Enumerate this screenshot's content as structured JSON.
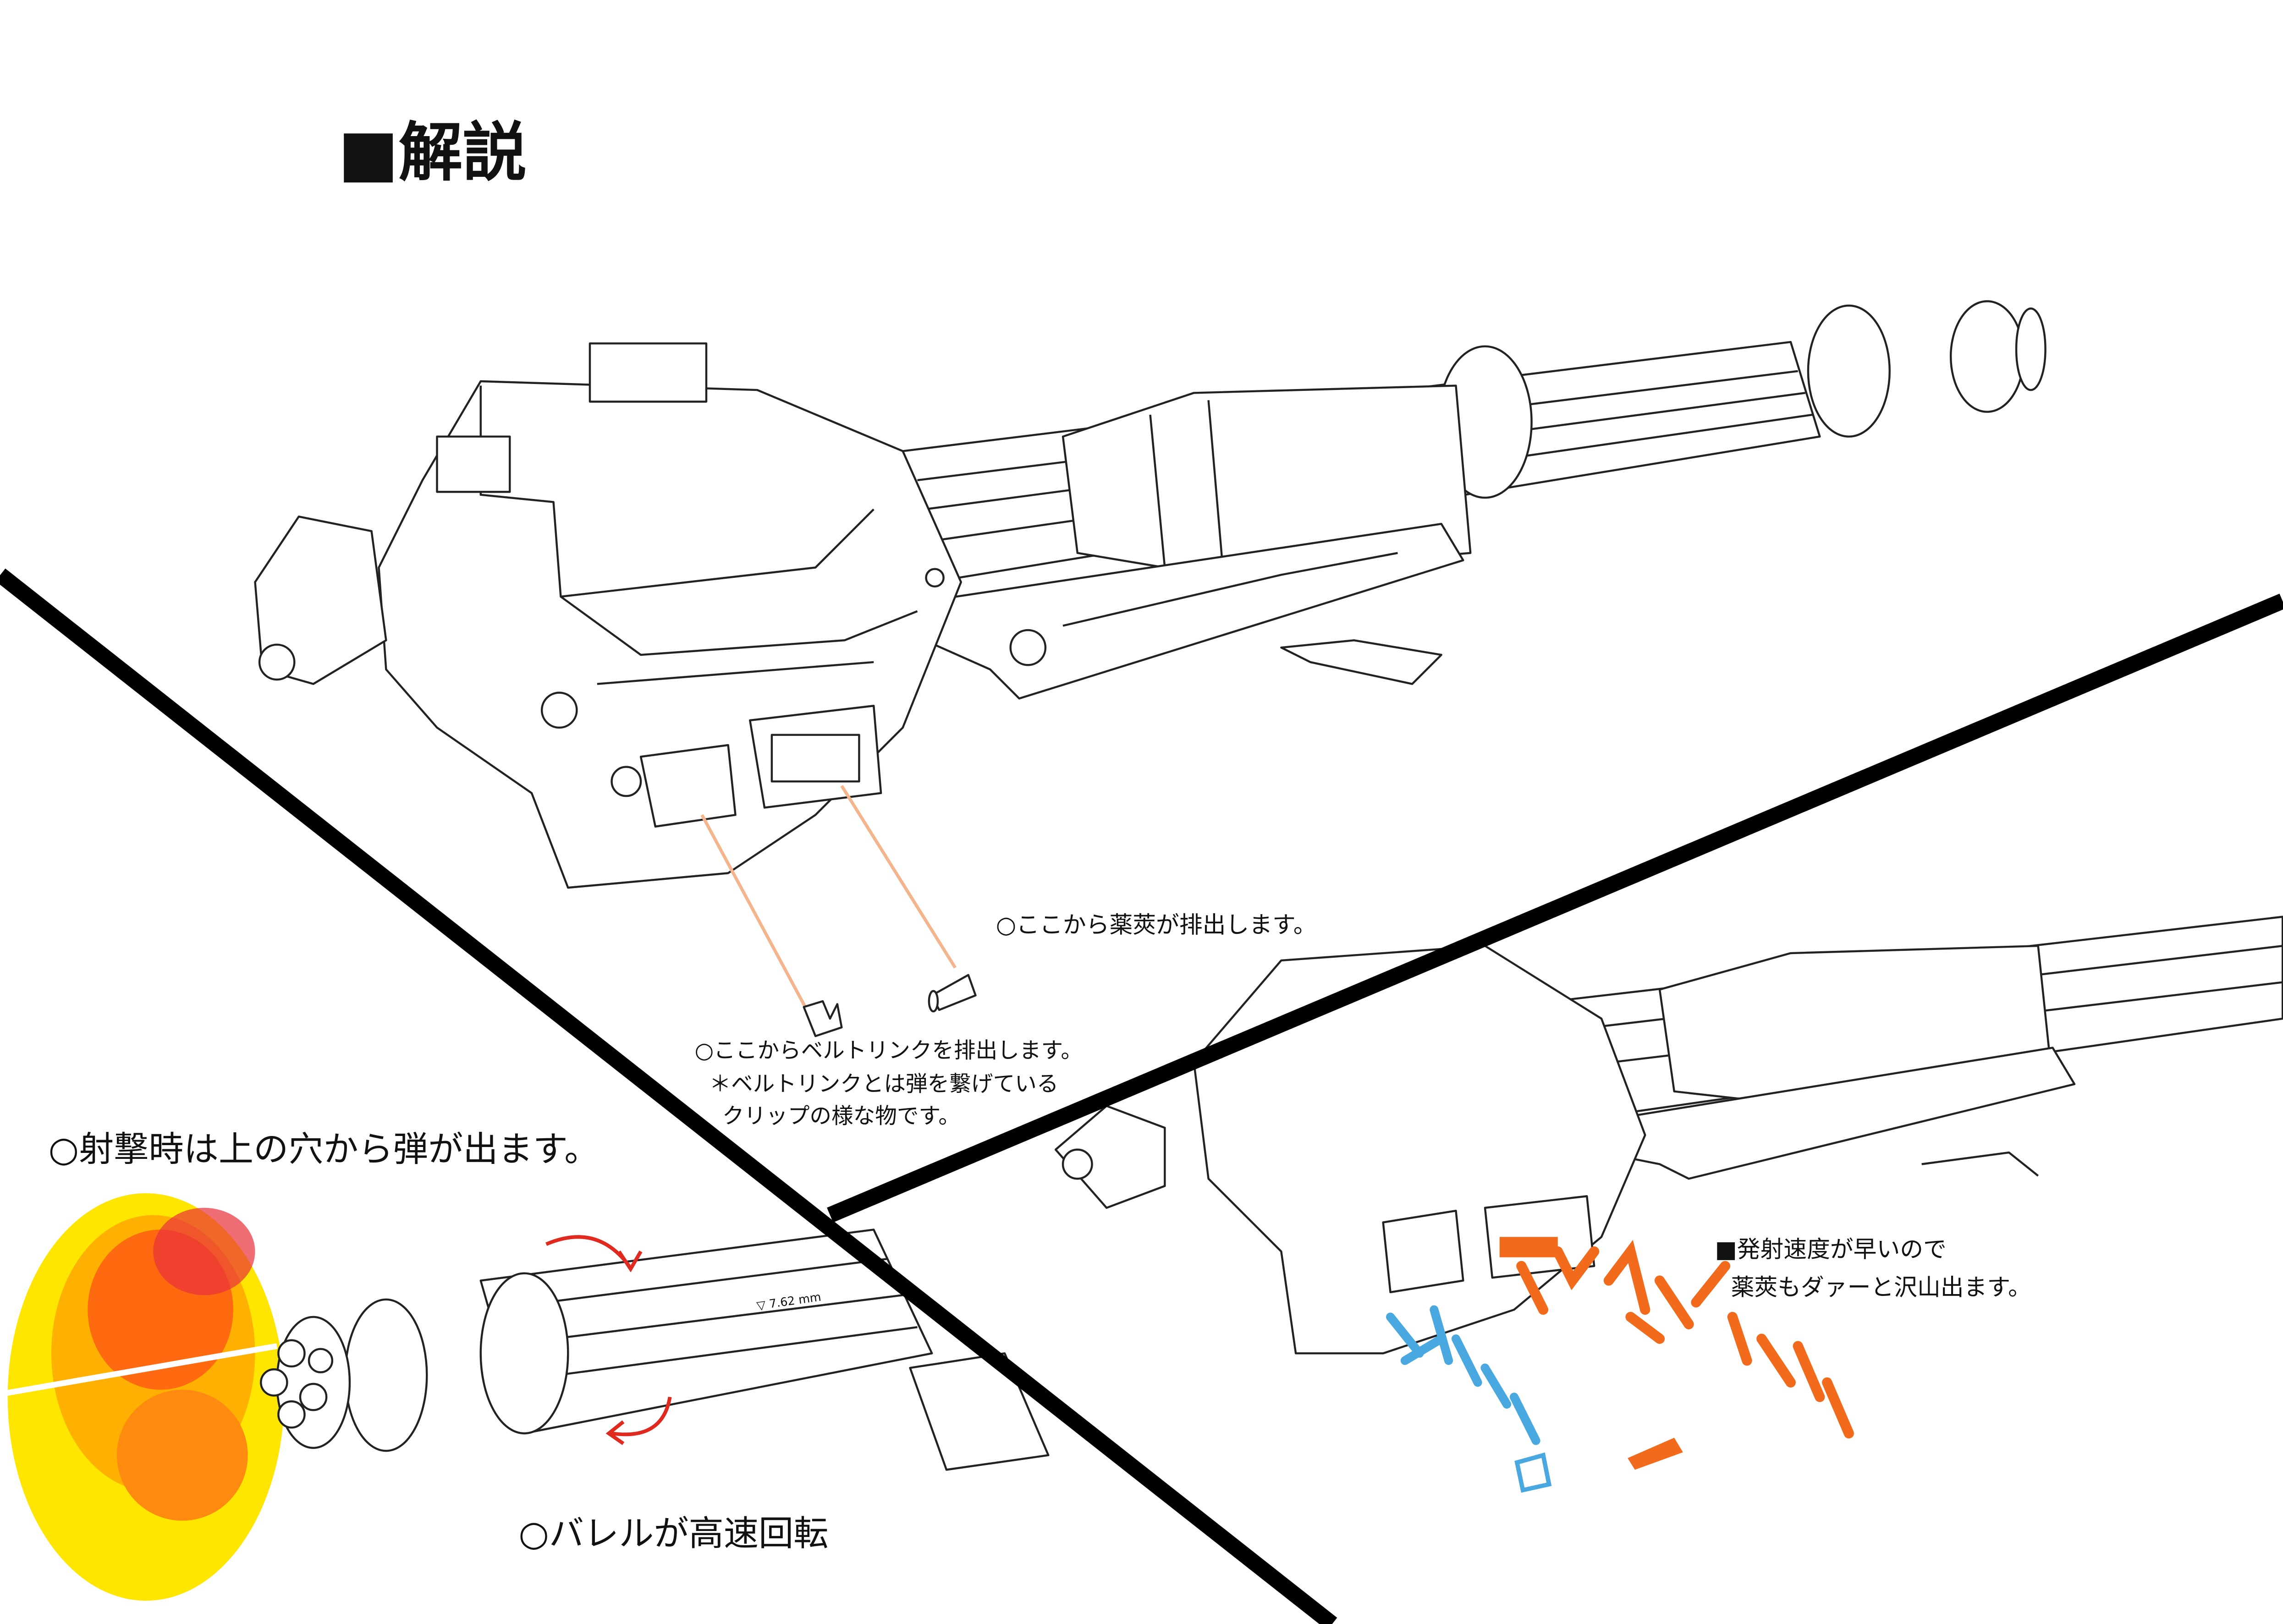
{
  "title": "■解説",
  "annotations": {
    "casing_eject": "○ここから薬莢が排出します。",
    "link_eject": "○ここからベルトリンクを排出します。",
    "link_note_1": "＊ベルトリンクとは弾を繋げている",
    "link_note_2": "クリップの様な物です。",
    "firing": "○射撃時は上の穴から弾が出ます。",
    "barrel_spin": "○バレルが高速回転",
    "rate_1": "■発射速度が早いので",
    "rate_2": "薬莢もダァーと沢山出ます。",
    "barrel_mark": "▽ 7.62 mm"
  },
  "colors": {
    "leader_line": "#f4b48c",
    "casing_orange": "#f26a1b",
    "link_blue": "#4aa8e0",
    "arrow_red": "#e0291f",
    "muzzle_yellow": "#ffe600"
  }
}
